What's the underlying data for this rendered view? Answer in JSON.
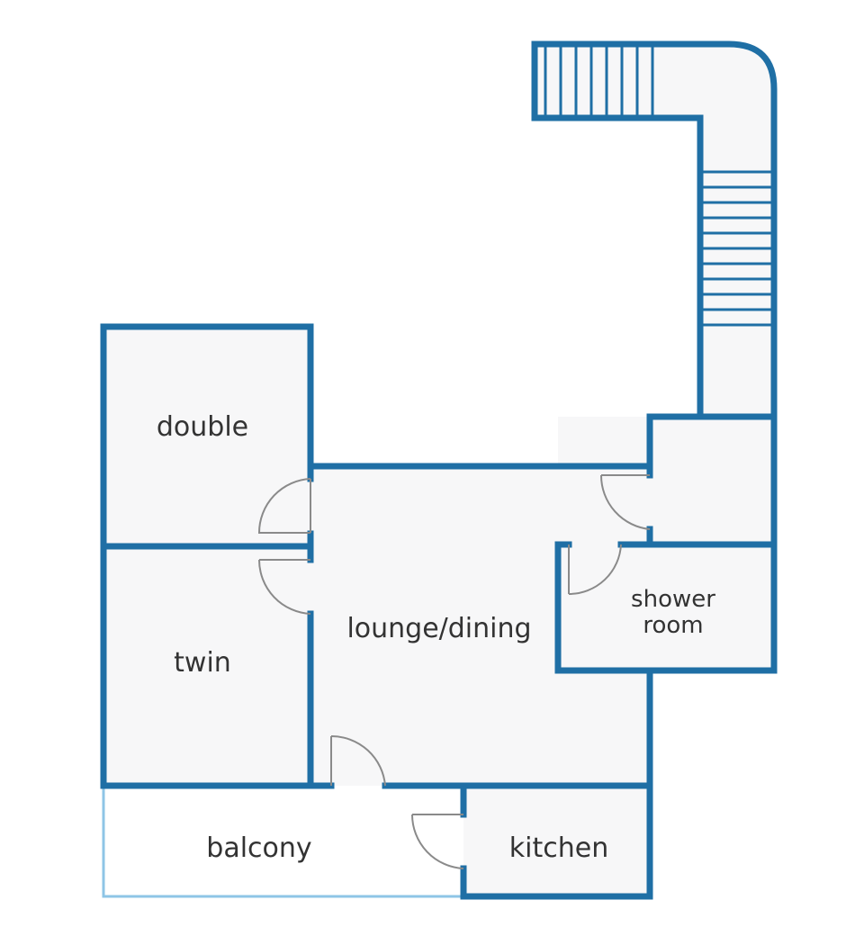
{
  "floorplan": {
    "rooms": {
      "double": "double",
      "twin": "twin",
      "lounge": "lounge/dining",
      "shower_line1": "shower",
      "shower_line2": "room",
      "balcony": "balcony",
      "kitchen": "kitchen"
    },
    "colors": {
      "wall": "#1f6fa5",
      "balcony_edge": "#8ec5e6",
      "floor": "#f7f7f8",
      "door": "#8a8a8a",
      "label": "#333333"
    }
  }
}
